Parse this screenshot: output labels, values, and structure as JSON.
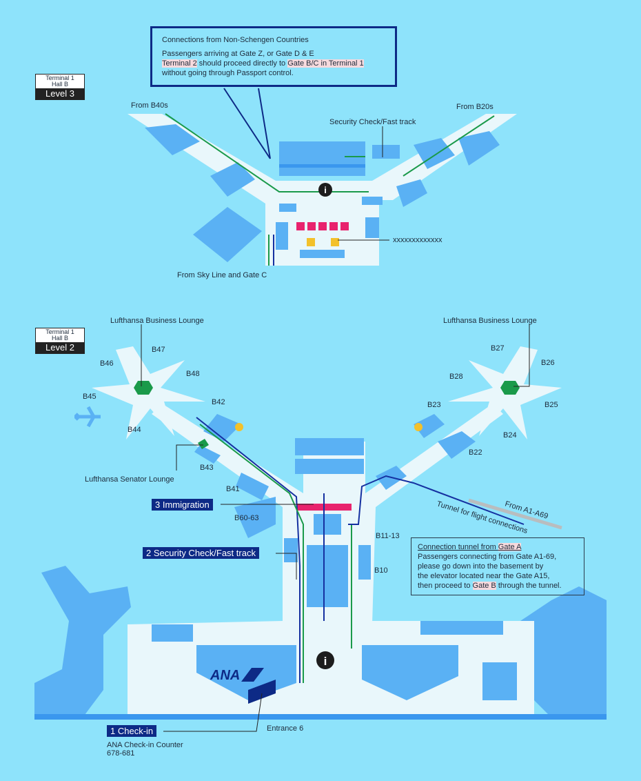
{
  "level3": {
    "badge": {
      "terminal": "Terminal 1",
      "hall": "Hall B",
      "level": "Level 3"
    },
    "callout": {
      "title": "Connections from Non-Schengen Countries",
      "line1": "Passengers arriving at Gate Z, or Gate D & E",
      "line2_hl1": "Terminal 2",
      "line2_mid": " should proceed directly to ",
      "line2_hl2": "Gate B/C in Terminal 1",
      "line3": "without going through Passport control."
    },
    "labels": {
      "from_b40s": "From B40s",
      "from_b20s": "From B20s",
      "security": "Security Check/Fast track",
      "xxx": "xxxxxxxxxxxxx",
      "from_skyline": "From Sky Line and Gate C"
    }
  },
  "level2": {
    "badge": {
      "terminal": "Terminal 1",
      "hall": "Hall B",
      "level": "Level 2"
    },
    "labels": {
      "lounge_left": "Lufthansa Business Lounge",
      "lounge_right": "Lufthansa Business Lounge",
      "senator": "Lufthansa Senator Lounge",
      "from_a": "From A1-A69",
      "tunnel": "Tunnel for flight connections",
      "entrance": "Entrance 6",
      "ana_counter": "ANA Check-in Counter",
      "ana_counter_nums": "678-681",
      "ana_logo": "ANA"
    },
    "gates": [
      "B47",
      "B46",
      "B48",
      "B45",
      "B42",
      "B44",
      "B43",
      "B41",
      "B60-63",
      "B27",
      "B26",
      "B28",
      "B25",
      "B23",
      "B24",
      "B22",
      "B11-13",
      "B10"
    ],
    "steps": [
      {
        "num": "1",
        "label": "Check-in"
      },
      {
        "num": "2",
        "label": "Security Check/Fast track"
      },
      {
        "num": "3",
        "label": "Immigration"
      }
    ],
    "tunnel_box": {
      "title_pre": "Connection tunnel from ",
      "title_hl": "Gate A",
      "line1": "Passengers connecting from Gate A1-69,",
      "line2": "please go down into the basement by",
      "line3": "the elevator located near the Gate A15,",
      "line4_pre": "then proceed to ",
      "line4_hl": "Gate B",
      "line4_post": " through the tunnel."
    }
  },
  "colors": {
    "background": "#8ee3fb",
    "floor": "#e9f7fb",
    "building": "#5ab1f4",
    "route_green": "#1a9a4a",
    "route_blue": "#1530a0",
    "step_label": "#0d2a86",
    "highlight": "#f6d9dd"
  }
}
